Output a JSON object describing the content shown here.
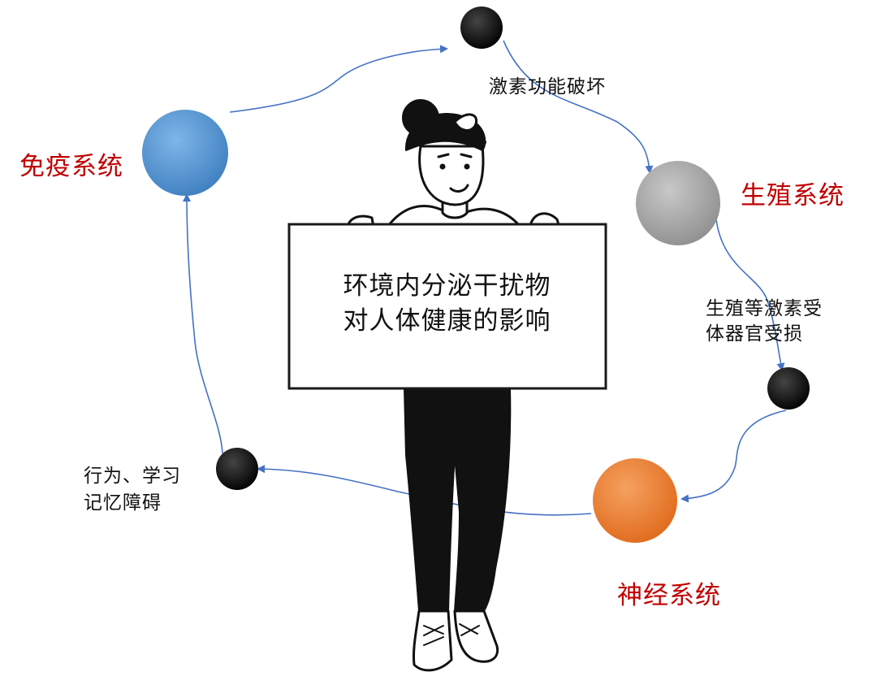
{
  "diagram": {
    "sign": {
      "line1": "环境内分泌干扰物",
      "line2": "对人体健康的影响"
    },
    "systems": {
      "immune": "免疫系统",
      "reproductive": "生殖系统",
      "nervous": "神经系统"
    },
    "effects": {
      "hormone": "激素功能破坏",
      "receptor_line1": "生殖等激素受",
      "receptor_line2": "体器官受损",
      "behavior_line1": "行为、学习",
      "behavior_line2": "记忆障碍"
    },
    "colors": {
      "immune": "#5b9bd5",
      "reproductive": "#a5a5a5",
      "nervous": "#ed7d31",
      "node": "#111111",
      "arrow": "#4472c4",
      "system_label": "#c00000"
    }
  }
}
